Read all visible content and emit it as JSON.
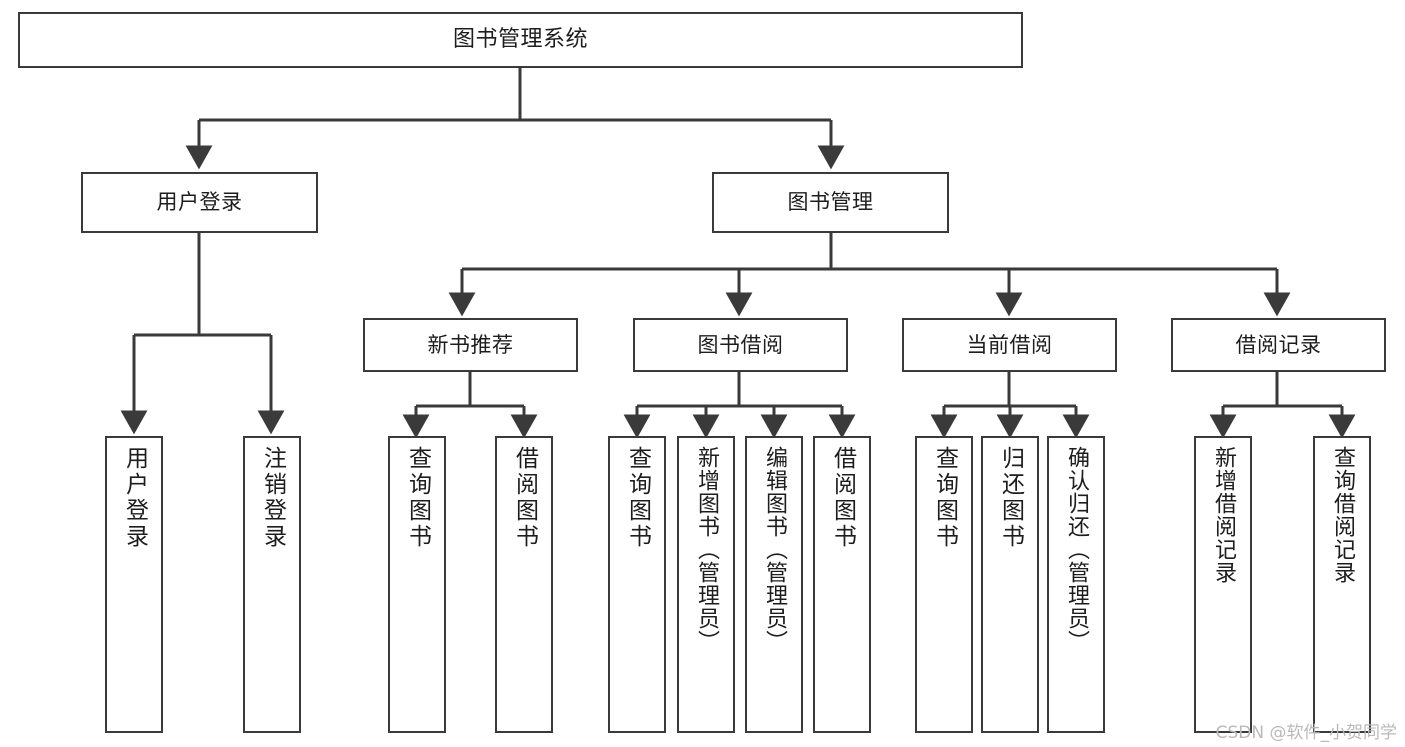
{
  "diagram": {
    "title": "图书管理系统",
    "type": "tree-hierarchy",
    "watermark": "CSDN @软件_小贺同学",
    "colors": {
      "background": "#ffffff",
      "border": "#3a3a3a",
      "text": "#1d1d1d",
      "edge": "#3a3a3a",
      "watermark": "#b9b9b9"
    },
    "root": {
      "label": "图书管理系统"
    },
    "level1": [
      {
        "label": "用户登录"
      },
      {
        "label": "图书管理"
      }
    ],
    "level2": [
      {
        "label": "新书推荐"
      },
      {
        "label": "图书借阅"
      },
      {
        "label": "当前借阅"
      },
      {
        "label": "借阅记录"
      }
    ],
    "leaves": {
      "user_login": [
        {
          "label": "用户登录"
        },
        {
          "label": "注销登录"
        }
      ],
      "new_book_recommend": [
        {
          "label": "查询图书"
        },
        {
          "label": "借阅图书"
        }
      ],
      "book_borrow": [
        {
          "label": "查询图书"
        },
        {
          "label": "新增图书（管理员）"
        },
        {
          "label": "编辑图书（管理员）"
        },
        {
          "label": "借阅图书"
        }
      ],
      "current_borrow": [
        {
          "label": "查询图书"
        },
        {
          "label": "归还图书"
        },
        {
          "label": "确认归还（管理员）"
        }
      ],
      "borrow_record": [
        {
          "label": "新增借阅记录"
        },
        {
          "label": "查询借阅记录"
        }
      ]
    }
  }
}
